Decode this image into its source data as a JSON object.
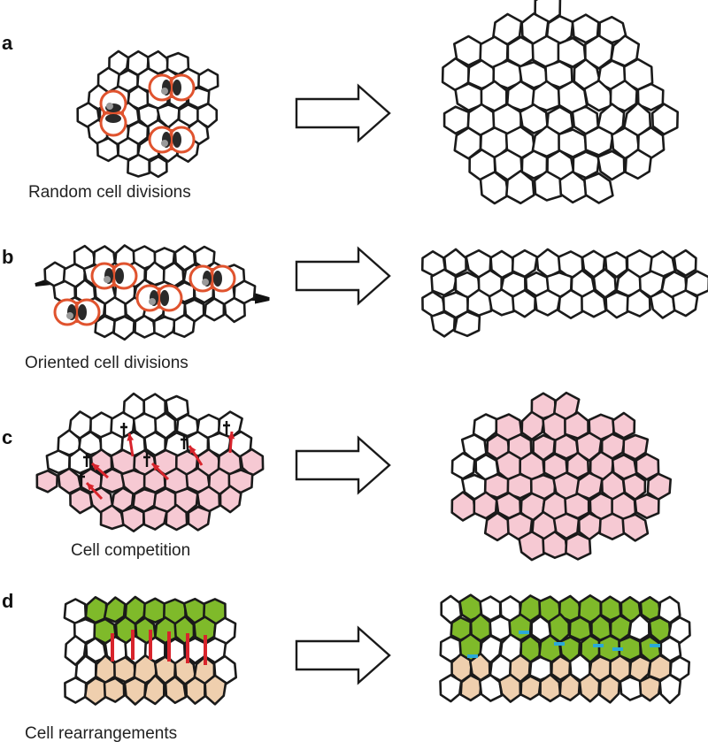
{
  "panels": [
    {
      "letter": "a",
      "caption": "Random cell divisions"
    },
    {
      "letter": "b",
      "caption": "Oriented cell divisions"
    },
    {
      "letter": "c",
      "caption": "Cell competition"
    },
    {
      "letter": "d",
      "caption": "Cell rearrangements"
    }
  ],
  "colors": {
    "outline": "#1a1a1a",
    "cell_fill": "#ffffff",
    "winner_fill": "#f6c9d3",
    "dividing_ring": "#e0532e",
    "competition_arrow": "#d8242c",
    "top_row_fill": "#7fba2a",
    "bottom_row_fill": "#efcfae",
    "contracting_junction": "#d8242c",
    "new_junction": "#2aa8d8"
  },
  "icons": [
    "dagger-icon",
    "mitotic-spindle-icon",
    "tissue-arrow-icon"
  ]
}
